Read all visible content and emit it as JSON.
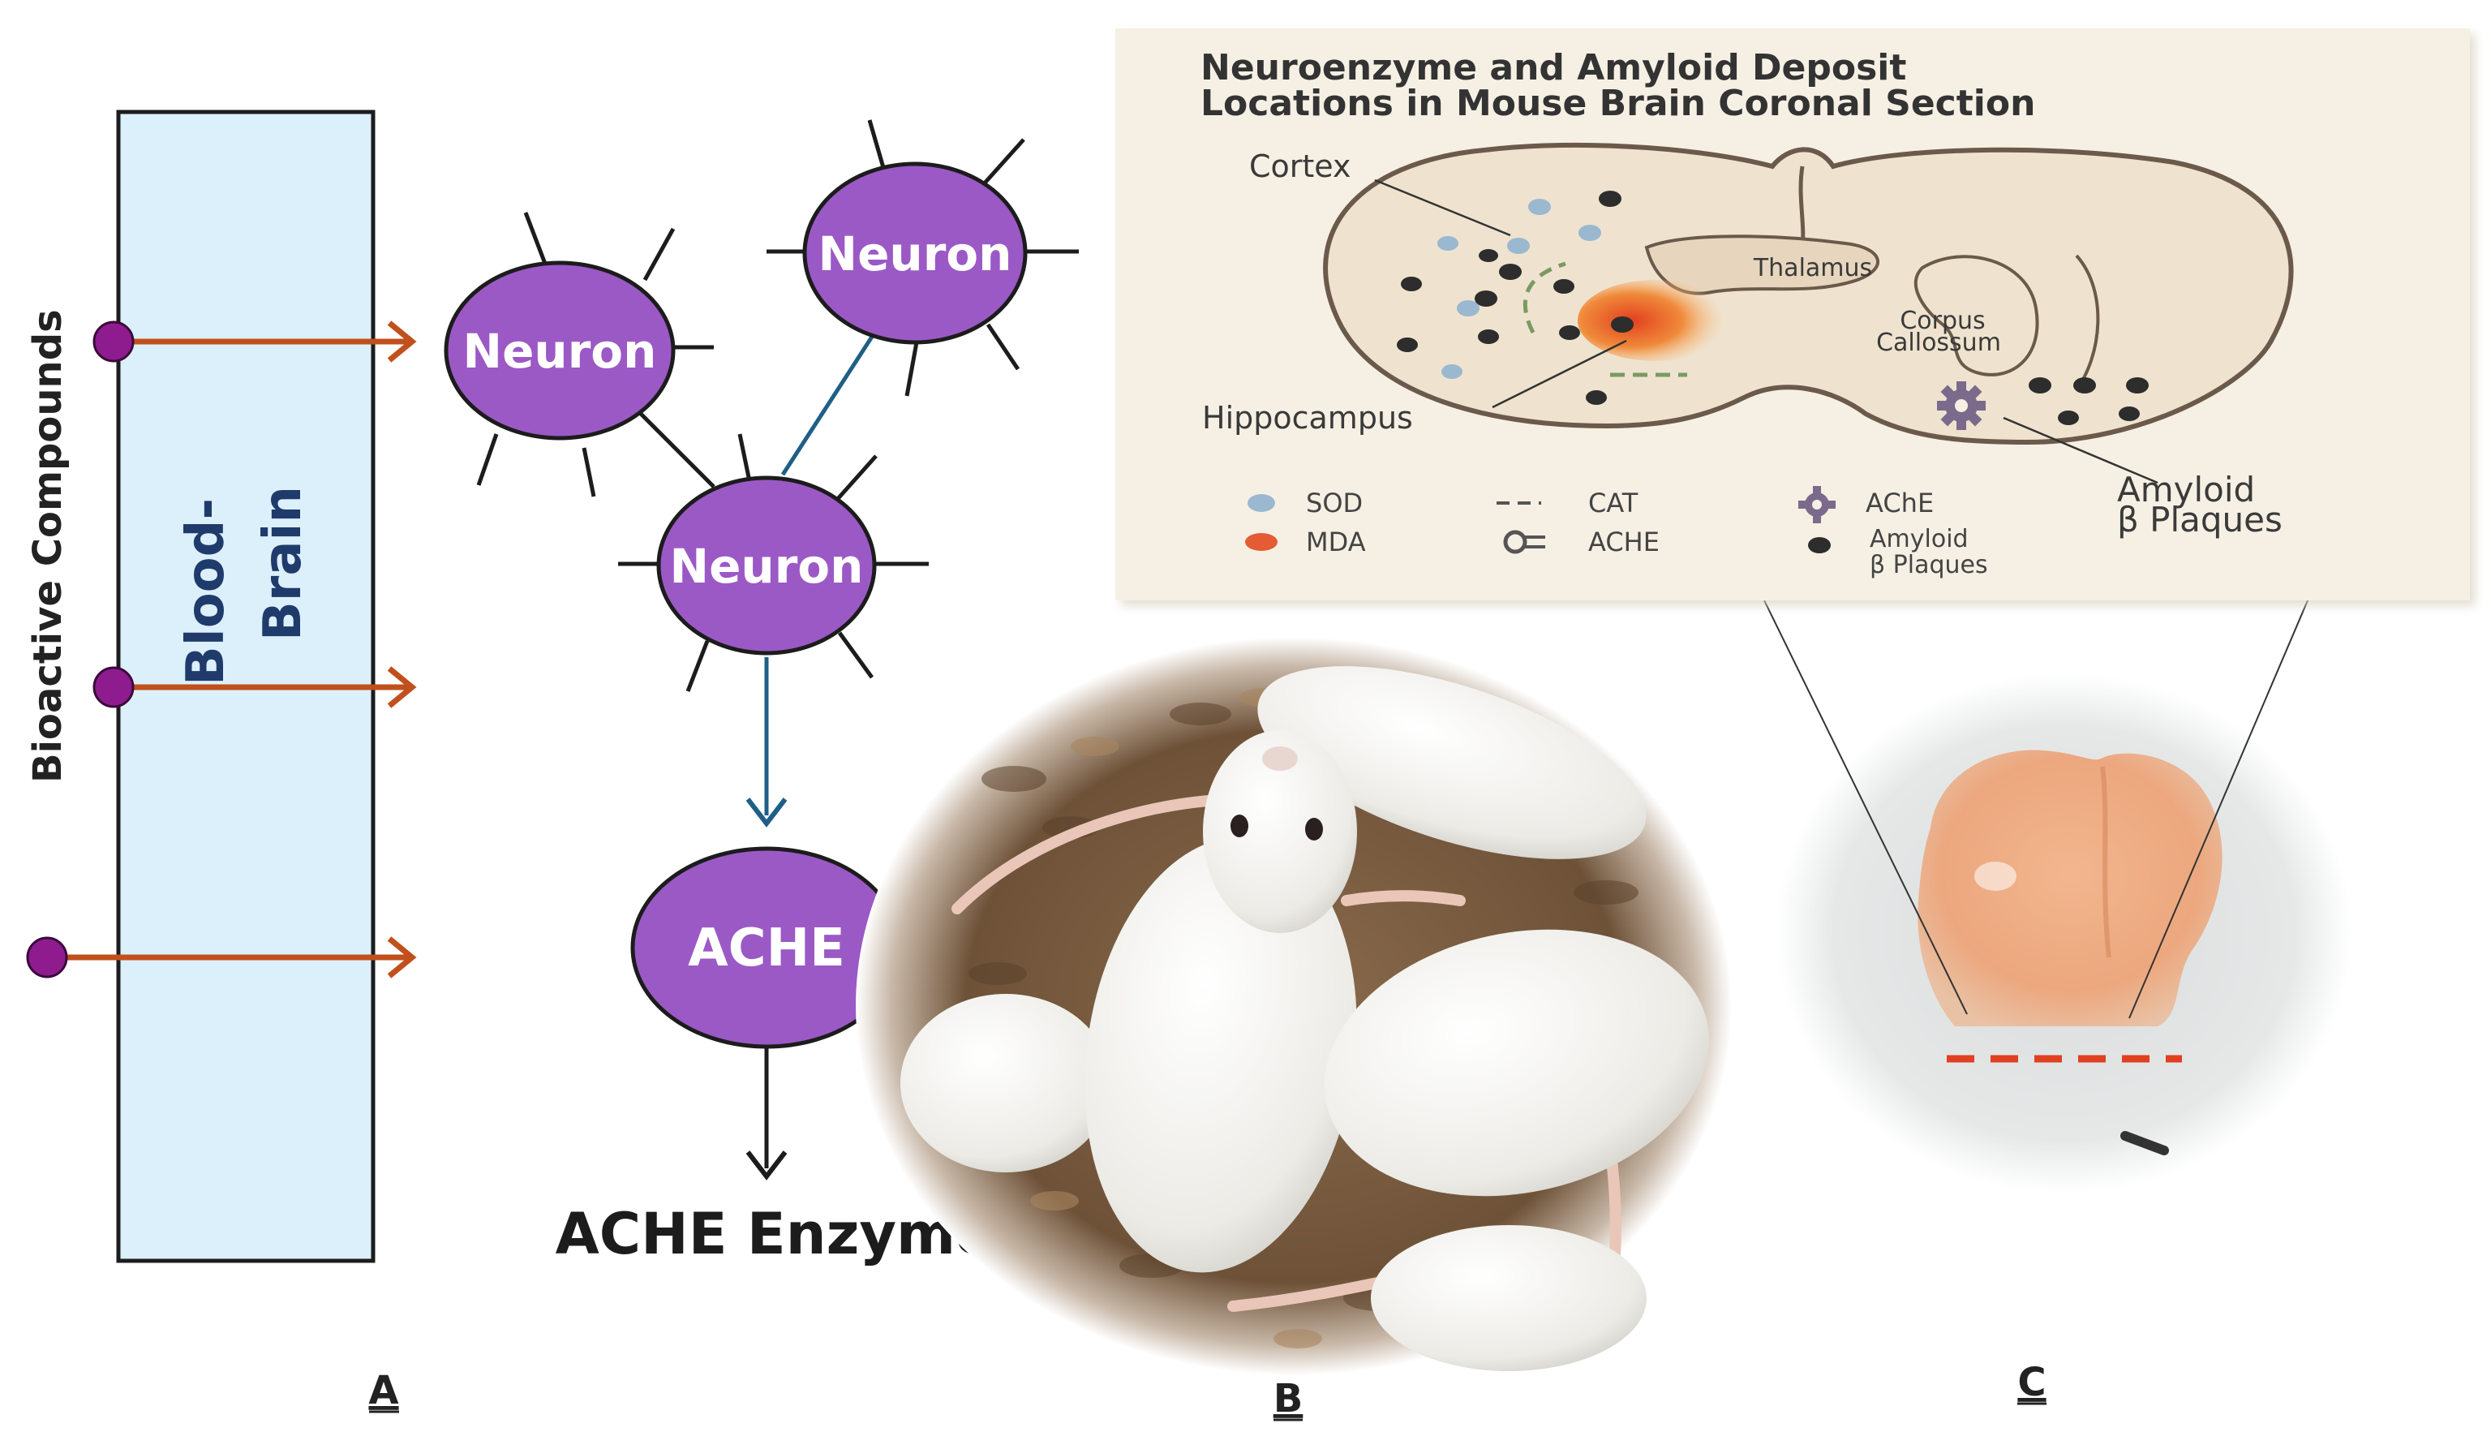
{
  "panel_a": {
    "bioactive_label": "Bioactive Compounds",
    "barrier_label_line1": "Blood-",
    "barrier_label_line2": "Brain",
    "neurons": [
      "Neuron",
      "Neuron",
      "Neuron"
    ],
    "enzyme_node": "ACHE",
    "enzyme_output": "ACHE Enzyme",
    "letter": "A"
  },
  "panel_b": {
    "letter": "B"
  },
  "panel_c": {
    "letter": "C"
  },
  "inset": {
    "title_line1": "Neuroenzyme and Amyloid Deposit",
    "title_line2": "Locations in Mouse Brain Coronal Section",
    "regions": {
      "cortex": "Cortex",
      "thalamus": "Thalamus",
      "corpus_line1": "Corpus",
      "corpus_line2": "Callossum",
      "hippocampus": "Hippocampus",
      "amyloid_line1": "Amyloid",
      "amyloid_line2": "β Plaques"
    },
    "legend": {
      "sod": "SOD",
      "cat": "CAT",
      "ache_gear": "AChE",
      "mda": "MDA",
      "ache_key": "ACHE",
      "amyloid_line1": "Amyloid",
      "amyloid_line2": "β Plaques"
    }
  },
  "colors": {
    "neuron_fill": "#9b59c6",
    "barrier_fill": "#dcf0fb",
    "arrow_orange": "#c0501c",
    "connector_blue": "#1f5f86",
    "inset_bg": "#f6f0e4",
    "brain_fill": "#efe3cf",
    "sod_dot": "#9ab8d0",
    "mda_dot": "#e45b34"
  }
}
